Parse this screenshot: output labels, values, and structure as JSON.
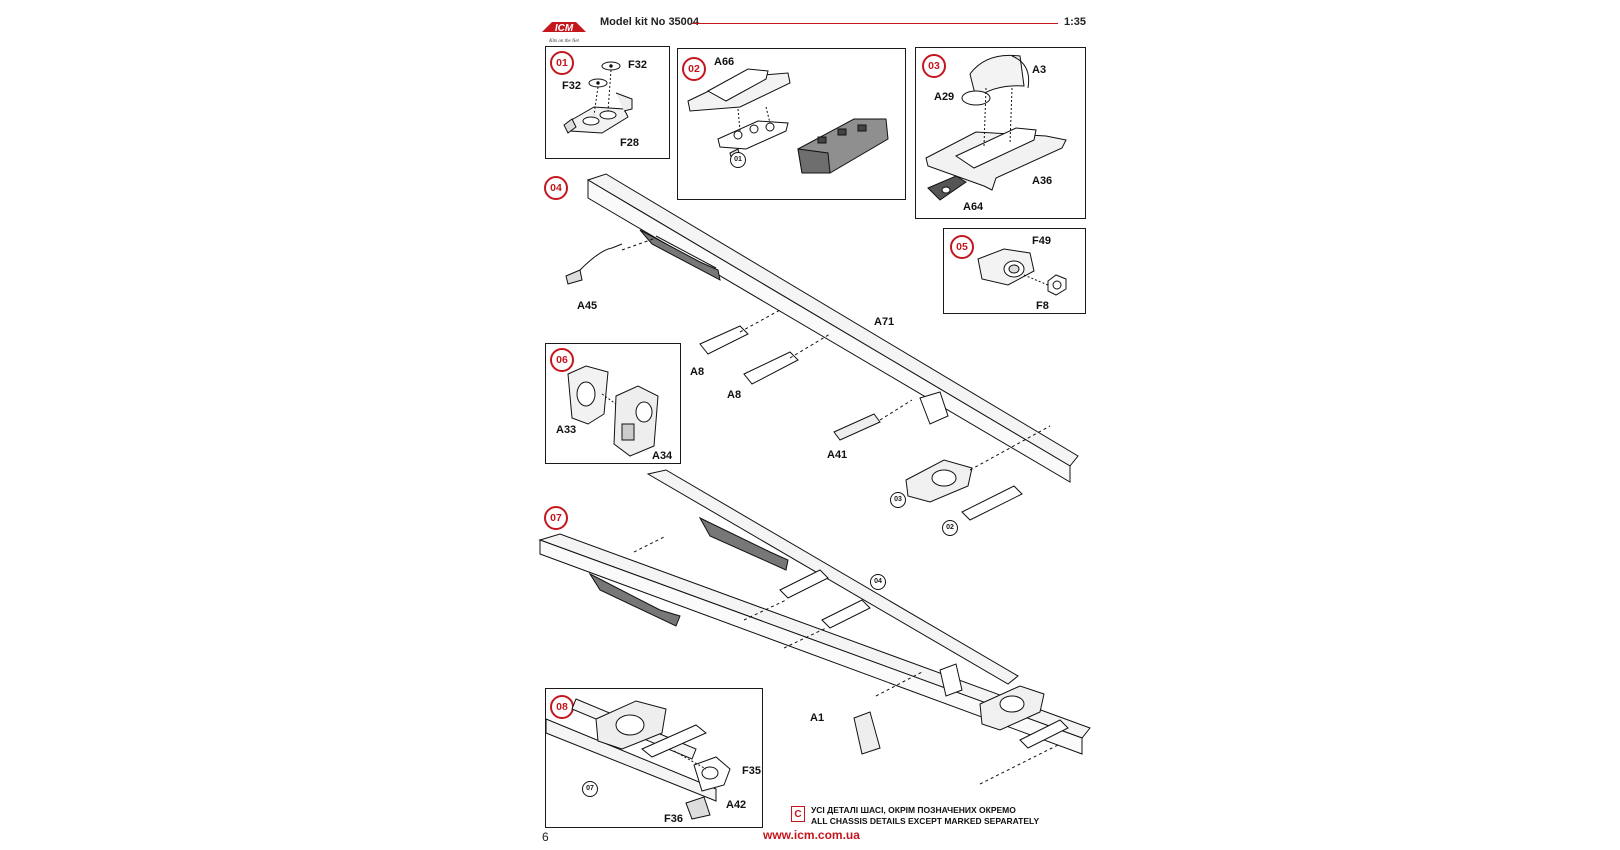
{
  "header": {
    "kit_label": "Model kit No 35004",
    "scale": "1:35",
    "logo_text": "ICM",
    "logo_tagline": "Kits on the Net"
  },
  "colors": {
    "accent": "#c4161c",
    "ink": "#1a1a1a"
  },
  "steps": [
    {
      "number": "01",
      "parts": [
        "F32",
        "F32",
        "F28"
      ]
    },
    {
      "number": "02",
      "parts": [
        "A66"
      ],
      "refs": [
        "01"
      ]
    },
    {
      "number": "03",
      "parts": [
        "A3",
        "A29",
        "A36",
        "A64"
      ]
    },
    {
      "number": "04",
      "parts": [
        "A45",
        "A71",
        "A8",
        "A8",
        "A41"
      ],
      "refs": [
        "03",
        "02"
      ]
    },
    {
      "number": "05",
      "parts": [
        "F49",
        "F8"
      ]
    },
    {
      "number": "06",
      "parts": [
        "A33",
        "A34"
      ]
    },
    {
      "number": "07",
      "parts": [
        "A1"
      ],
      "refs": [
        "04"
      ]
    },
    {
      "number": "08",
      "parts": [
        "F35",
        "A42",
        "F36"
      ],
      "refs": [
        "07"
      ]
    }
  ],
  "note": {
    "icon": "C",
    "line_ua": "УСІ ДЕТАЛІ ШАСІ, ОКРІМ ПОЗНАЧЕНИХ ОКРЕМО",
    "line_en": "ALL CHASSIS DETAILS EXCEPT MARKED SEPARATELY"
  },
  "footer": {
    "page_number": "6",
    "url": "www.icm.com.ua"
  }
}
